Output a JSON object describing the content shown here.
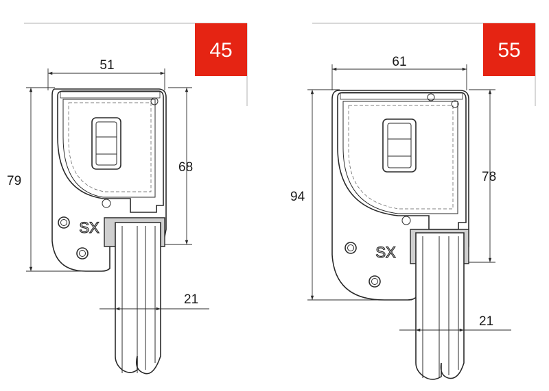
{
  "colors": {
    "badge": "#e52413",
    "line": "#2a2a2a",
    "guide": "#b0b0b0"
  },
  "left_box": {
    "badge": "45",
    "width_dim": "51",
    "height_dim": "79",
    "inner_dim": "68",
    "slat_dim": "21",
    "mark": "SX"
  },
  "right_box": {
    "badge": "55",
    "width_dim": "61",
    "height_dim": "94",
    "inner_dim": "78",
    "slat_dim": "21",
    "mark": "SX"
  }
}
